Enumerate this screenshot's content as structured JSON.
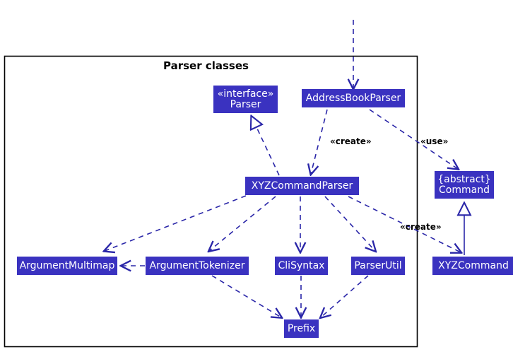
{
  "diagram": {
    "frame_title": "Parser classes",
    "colors": {
      "class_fill": "#3A32C0",
      "class_text": "#FFFFFF",
      "edge": "#2A26A8",
      "frame": "#000000",
      "background": "#FFFFFF"
    },
    "classes": [
      {
        "id": "parser",
        "stereotype": "«interface»",
        "name": "Parser"
      },
      {
        "id": "address-book-parser",
        "stereotype": "",
        "name": "AddressBookParser"
      },
      {
        "id": "xyz-command-parser",
        "stereotype": "",
        "name": "XYZCommandParser"
      },
      {
        "id": "command",
        "stereotype": "{abstract}",
        "name": "Command"
      },
      {
        "id": "argument-multimap",
        "stereotype": "",
        "name": "ArgumentMultimap"
      },
      {
        "id": "argument-tokenizer",
        "stereotype": "",
        "name": "ArgumentTokenizer"
      },
      {
        "id": "cli-syntax",
        "stereotype": "",
        "name": "CliSyntax"
      },
      {
        "id": "parser-util",
        "stereotype": "",
        "name": "ParserUtil"
      },
      {
        "id": "xyz-command",
        "stereotype": "",
        "name": "XYZCommand"
      },
      {
        "id": "prefix",
        "stereotype": "",
        "name": "Prefix"
      }
    ],
    "edge_labels": [
      {
        "id": "create-abp-xyzcp",
        "text": "«create»"
      },
      {
        "id": "use-abp-command",
        "text": "«use»"
      },
      {
        "id": "create-xyzcp-xyzc",
        "text": "«create»"
      }
    ]
  }
}
